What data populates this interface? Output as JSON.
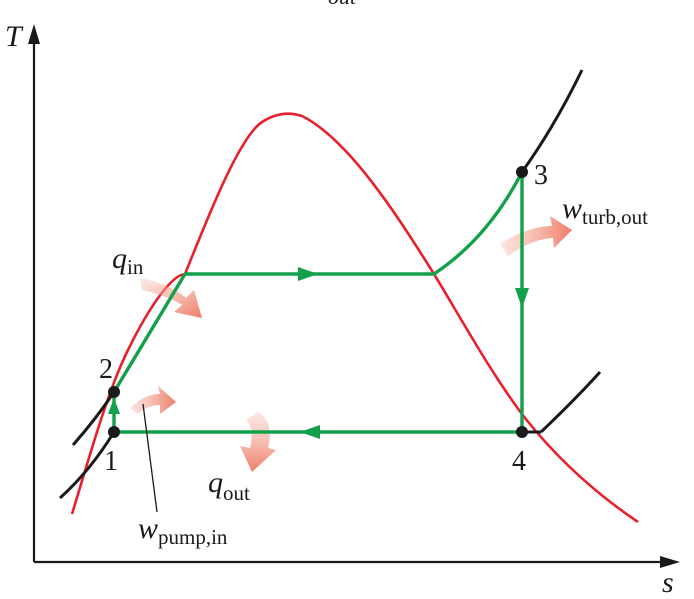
{
  "top_fragment": "out",
  "axes": {
    "y_label": "T",
    "x_label": "s"
  },
  "states": {
    "s1": "1",
    "s2": "2",
    "s3": "3",
    "s4": "4"
  },
  "energy_labels": {
    "q_in": {
      "main": "q",
      "sub": "in"
    },
    "q_out": {
      "main": "q",
      "sub": "out"
    },
    "w_turb_out": {
      "main": "w",
      "sub": "turb,out"
    },
    "w_pump_in": {
      "main": "w",
      "sub": "pump,in"
    }
  },
  "colors": {
    "dome": "#e8202a",
    "cycle": "#12a14a",
    "isobar": "#1a1a1a",
    "heat_arrow": "#f08a78",
    "axes": "#1a1a1a"
  }
}
